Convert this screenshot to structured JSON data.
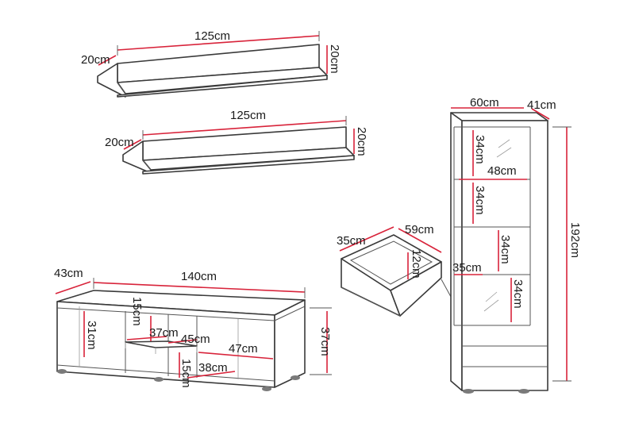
{
  "shelf_top": {
    "width_label": "125cm",
    "depth_label": "20cm",
    "height_label": "20cm"
  },
  "shelf_bottom": {
    "width_label": "125cm",
    "depth_label": "20cm",
    "height_label": "20cm"
  },
  "tv_bench": {
    "depth_label": "43cm",
    "width_label": "140cm",
    "height_label": "37cm",
    "inner_height_label": "31cm",
    "shelf_gap_label": "15cm",
    "shelf_gap2_label": "15cm",
    "compartment_label": "37cm",
    "shelf_depth_label": "45cm",
    "right_width_label": "47cm",
    "lower_width_label": "38cm"
  },
  "drawer": {
    "depth_label": "35cm",
    "width_label": "59cm",
    "height_label": "12cm"
  },
  "cabinet": {
    "width_label": "60cm",
    "depth_label": "41cm",
    "height_label": "192cm",
    "inner_width_label": "48cm",
    "shelf_depth_label": "35cm",
    "compartment_labels": [
      "34cm",
      "34cm",
      "34cm",
      "34cm"
    ]
  }
}
